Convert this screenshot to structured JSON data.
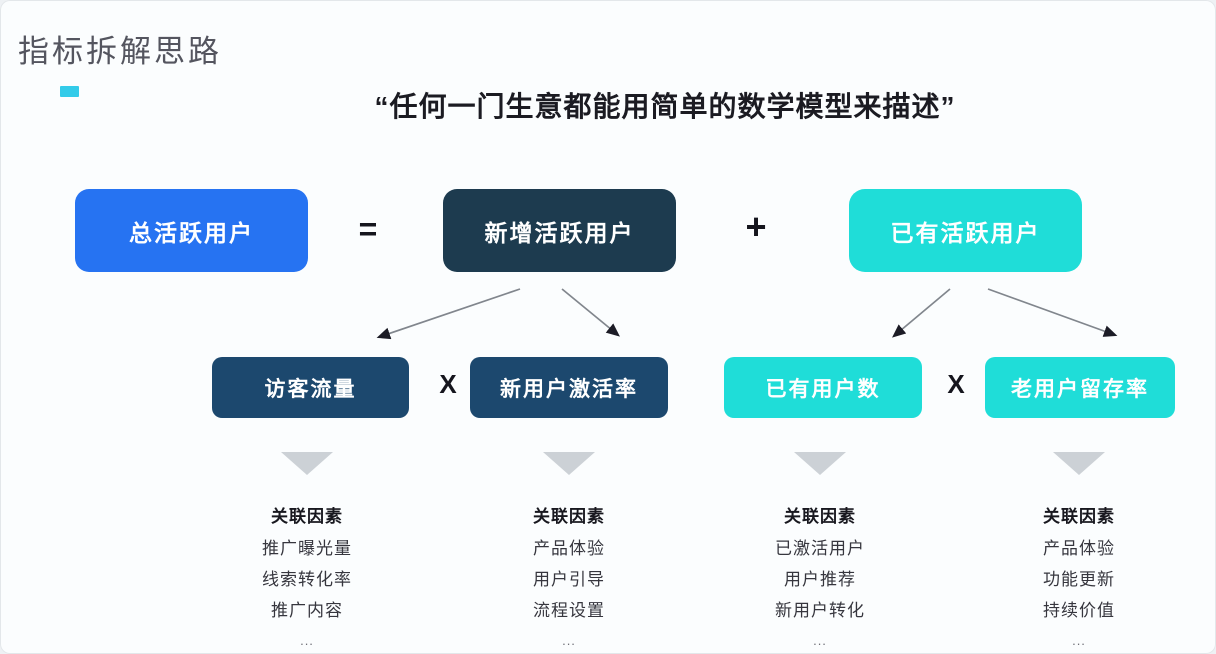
{
  "page": {
    "title": "指标拆解思路",
    "quote": "“任何一门生意都能用简单的数学模型来描述”"
  },
  "colors": {
    "primary_blue": "#2673f2",
    "dark_navy": "#1d3b4f",
    "steel_blue": "#1c486e",
    "cyan": "#1fddd8",
    "accent_square": "#33cbe9",
    "triangle_gray": "#ccd1d6"
  },
  "equation": {
    "result": "总活跃用户",
    "equals": "=",
    "term_new": "新增活跃用户",
    "plus": "+",
    "term_existing": "已有活跃用户"
  },
  "breakdown": {
    "left": {
      "factor_a": "访客流量",
      "times": "X",
      "factor_b": "新用户激活率"
    },
    "right": {
      "factor_a": "已有用户数",
      "times": "X",
      "factor_b": "老用户留存率"
    }
  },
  "related_factors": [
    {
      "header": "关联因素",
      "items": [
        "推广曝光量",
        "线索转化率",
        "推广内容"
      ],
      "more": "..."
    },
    {
      "header": "关联因素",
      "items": [
        "产品体验",
        "用户引导",
        "流程设置"
      ],
      "more": "..."
    },
    {
      "header": "关联因素",
      "items": [
        "已激活用户",
        "用户推荐",
        "新用户转化"
      ],
      "more": "..."
    },
    {
      "header": "关联因素",
      "items": [
        "产品体验",
        "功能更新",
        "持续价值"
      ],
      "more": "..."
    }
  ]
}
